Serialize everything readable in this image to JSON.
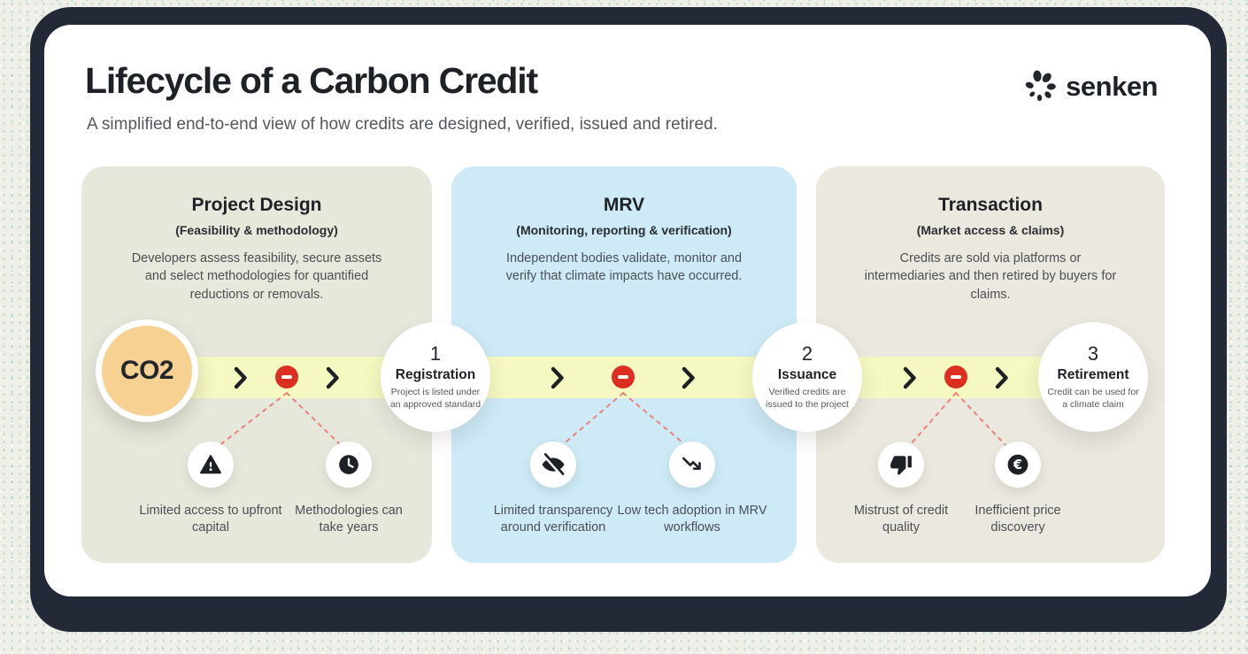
{
  "page": {
    "title": "Lifecycle of a Carbon Credit",
    "subtitle": "A simplified end-to-end view of how credits are designed, verified, issued and retired."
  },
  "brand": {
    "name": "senken",
    "icon": "flower-petals-icon"
  },
  "timeline": {
    "start_label": "CO2"
  },
  "stages": [
    {
      "title": "Project Design",
      "subtitle": "(Feasibility & methodology)",
      "description": "Developers assess feasibility, secure assets and select methodologies for quantified reductions or removals.",
      "milestone": {
        "number": "1",
        "title": "Registration",
        "description": "Project is listed under an approved standard"
      },
      "pain_points": [
        {
          "icon": "warning-icon",
          "label": "Limited access to upfront capital"
        },
        {
          "icon": "clock-icon",
          "label": "Methodologies can take years"
        }
      ]
    },
    {
      "title": "MRV",
      "subtitle": "(Monitoring, reporting & verification)",
      "description": "Independent bodies validate, monitor and verify that climate impacts have occurred.",
      "milestone": {
        "number": "2",
        "title": "Issuance",
        "description": "Verified credits are issued to the project"
      },
      "pain_points": [
        {
          "icon": "eye-off-icon",
          "label": "Limited transparency around verification"
        },
        {
          "icon": "trend-down-icon",
          "label": "Low tech adoption in MRV workflows"
        }
      ]
    },
    {
      "title": "Transaction",
      "subtitle": "(Market access & claims)",
      "description": "Credits are sold via platforms or intermediaries and then retired by buyers for claims.",
      "milestone": {
        "number": "3",
        "title": "Retirement",
        "description": "Credit can be used for a climate claim"
      },
      "pain_points": [
        {
          "icon": "thumbs-down-icon",
          "label": "Mistrust of credit quality"
        },
        {
          "icon": "euro-icon",
          "label": "Inefficient price discovery"
        }
      ]
    }
  ],
  "icons": {
    "euro_symbol": "€"
  },
  "colors": {
    "page_bg": "#eef0e8",
    "frame": "#242938",
    "card_bg": "#ffffff",
    "heading": "#1e2125",
    "muted_text": "#54585d",
    "body_text": "#4b4f54",
    "panel1_bg": "#e7e8dc",
    "panel2_bg": "#cdeaf6",
    "panel3_bg": "#ebe8df",
    "band": "#f6f8c2",
    "co2_fill": "#f7d191",
    "blocker_red": "#dd2f21",
    "dash": "#e8837a",
    "icon_dark": "#1d2025"
  }
}
